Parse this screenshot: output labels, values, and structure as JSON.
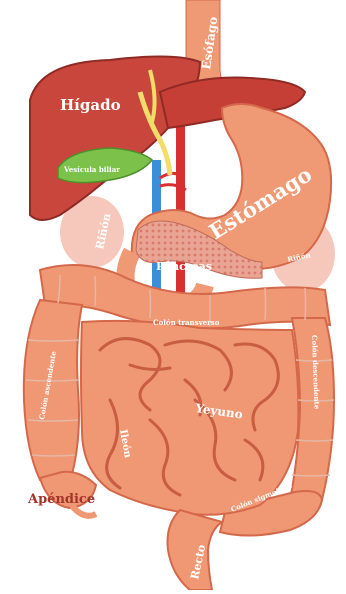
{
  "diagram": {
    "organs": {
      "esophagus": "Esófago",
      "liver": "Hígado",
      "gallbladder": "Vesícula biliar",
      "stomach": "Estómago",
      "kidney_left": "Riñón",
      "kidney_right": "Riñón",
      "pancreas": "Páncreas",
      "transverse_colon": "Colón transverso",
      "ascending_colon": "Colón ascendente",
      "descending_colon": "Colón descendente",
      "jejunum": "Yeyuno",
      "ileum": "Ileón",
      "appendix": "Apéndice",
      "sigmoid_colon": "Colón sigmoideo",
      "rectum": "Recto"
    },
    "colors": {
      "liver": "#c9463c",
      "liver_dark": "#8f2a24",
      "stomach": "#ef9a75",
      "intestine": "#ef9873",
      "intestine_dark": "#d4684a",
      "gallbladder": "#7cc24a",
      "kidney": "#f6c3b8",
      "pancreas": "#e8a090",
      "artery": "#d83030",
      "vein": "#3a8fd8",
      "bile_duct": "#f2dc6a"
    }
  }
}
